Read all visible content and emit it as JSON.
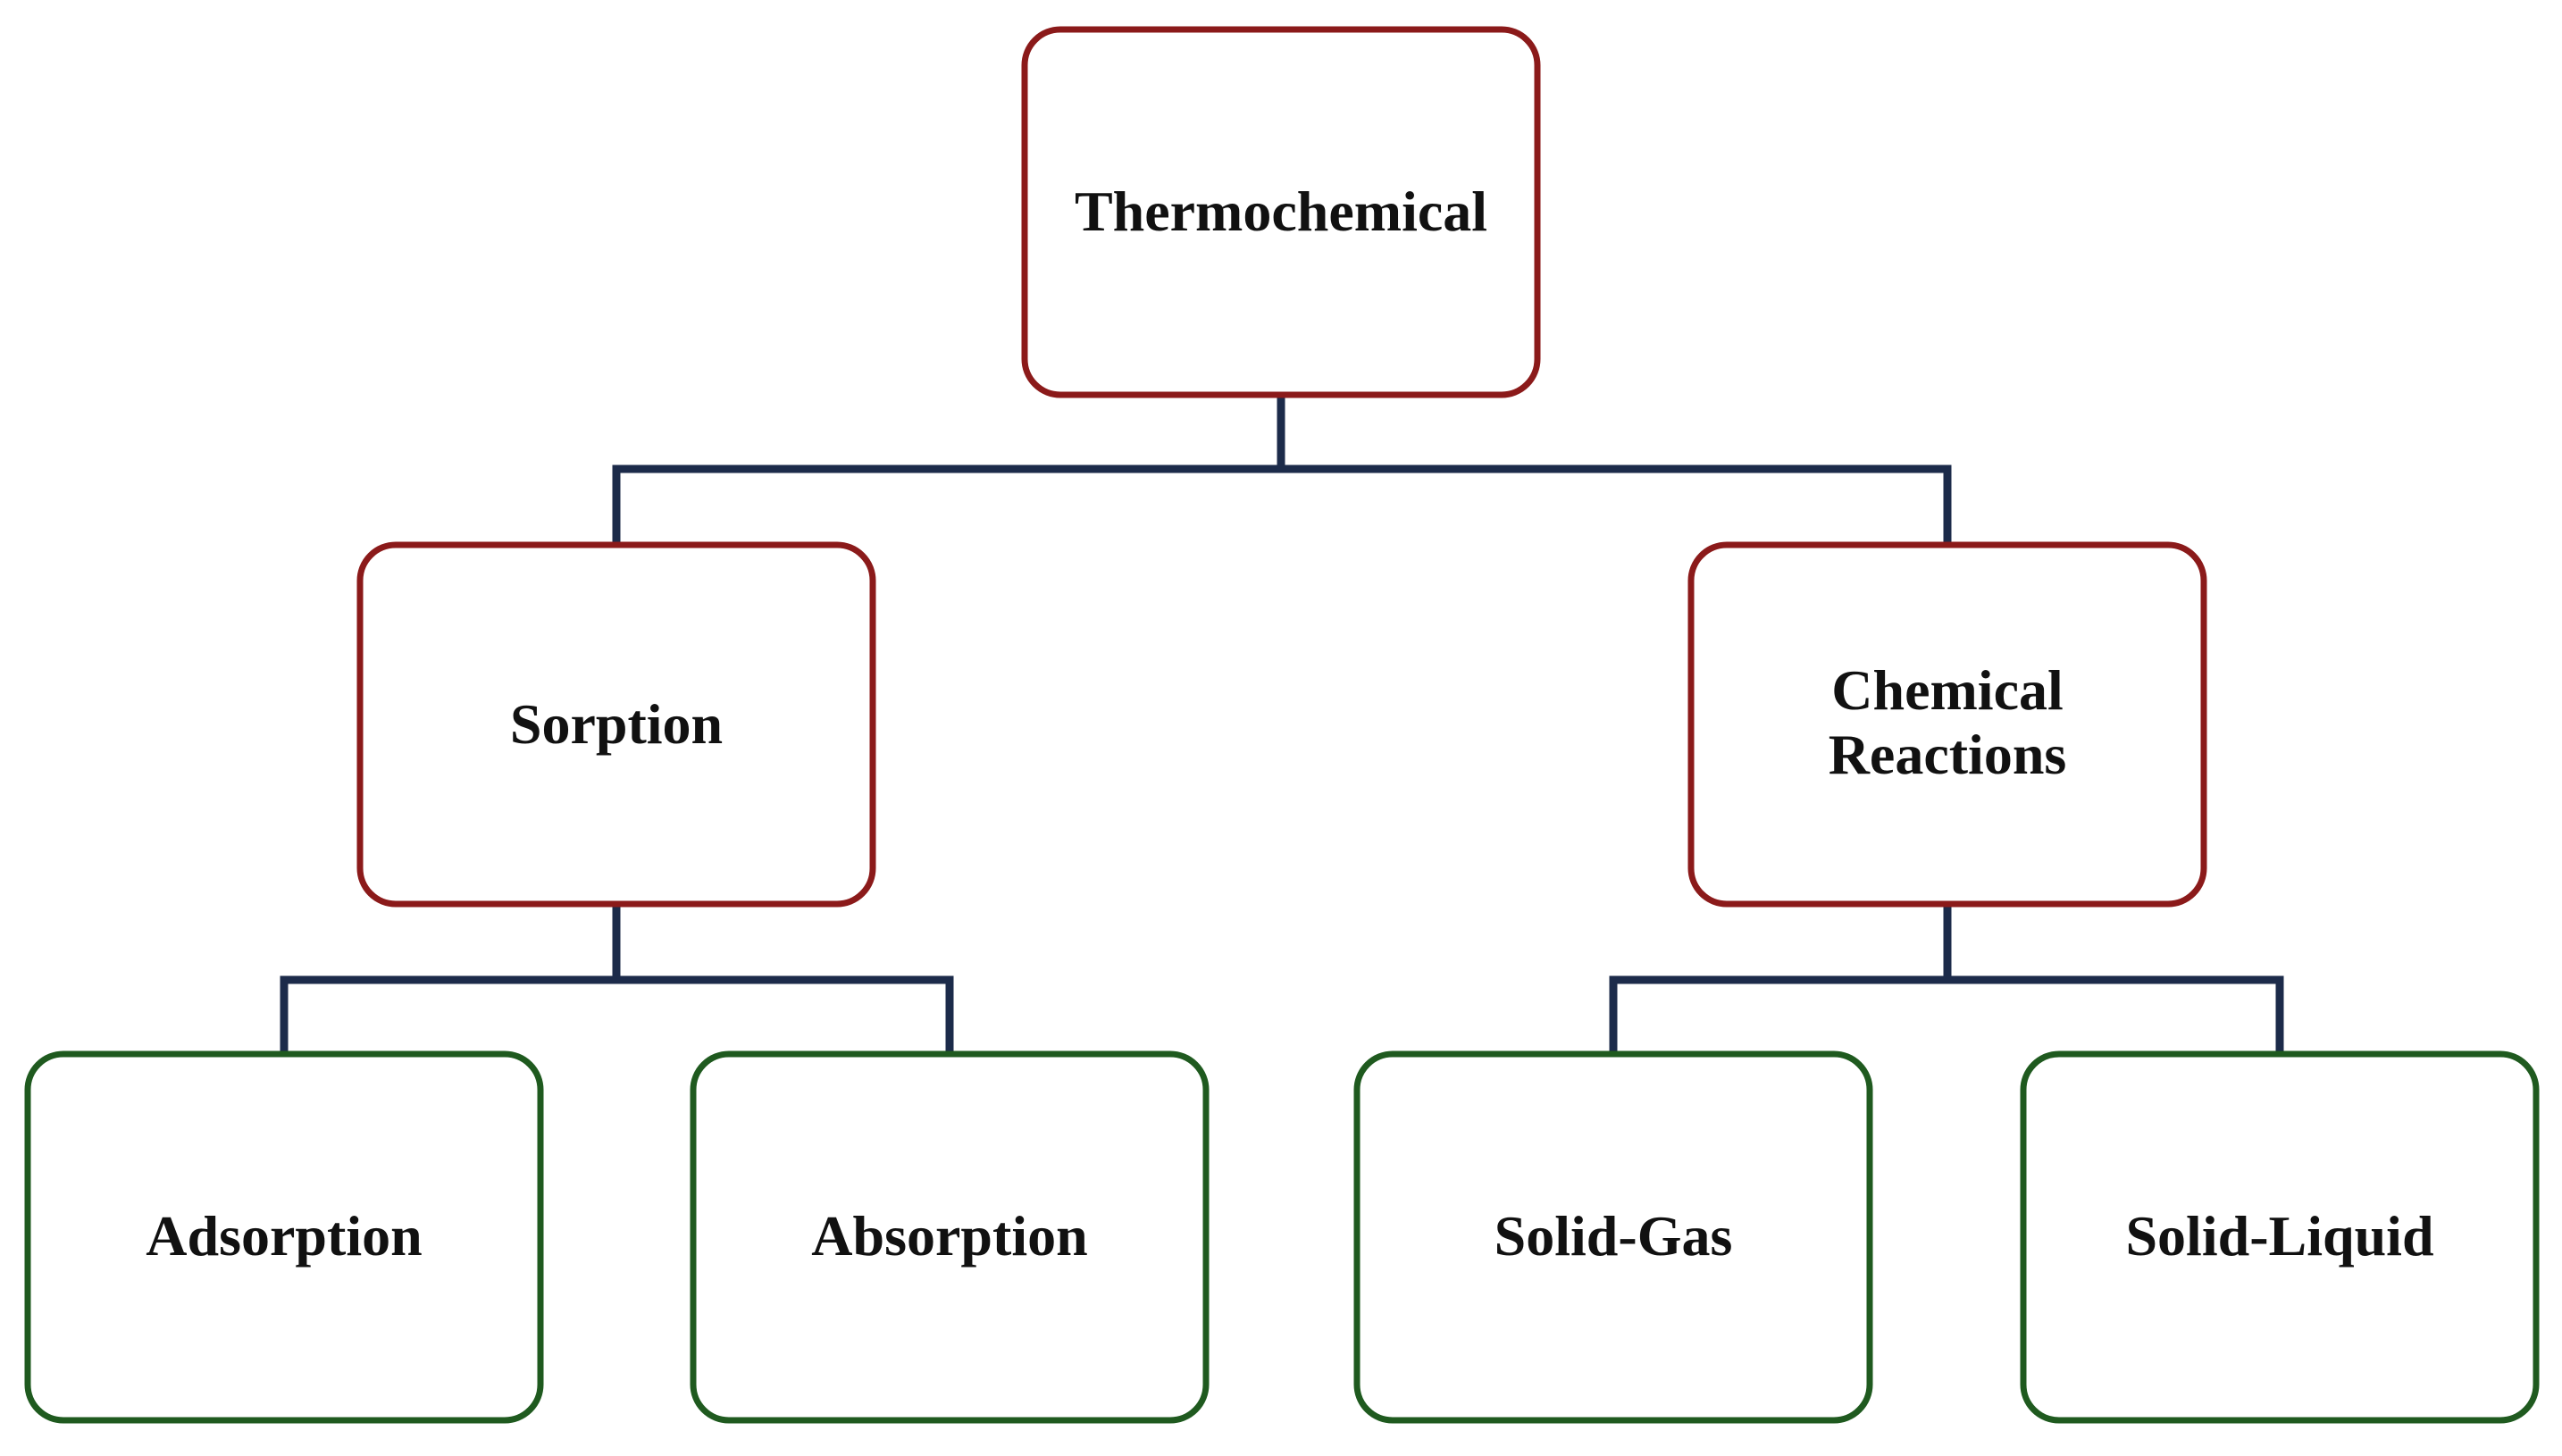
{
  "diagram": {
    "type": "hierarchy",
    "colors": {
      "category_border": "#8b1a1a",
      "leaf_border": "#1f5a1f",
      "connector": "#1c2b4a",
      "text": "#111111",
      "background": "#ffffff"
    },
    "root": {
      "label": "Thermochemical"
    },
    "categories": [
      {
        "label_lines": [
          "Sorption"
        ],
        "children": [
          "Adsorption",
          "Absorption"
        ]
      },
      {
        "label_lines": [
          "Chemical",
          "Reactions"
        ],
        "children": [
          "Solid-Gas",
          "Solid-Liquid"
        ]
      }
    ]
  }
}
